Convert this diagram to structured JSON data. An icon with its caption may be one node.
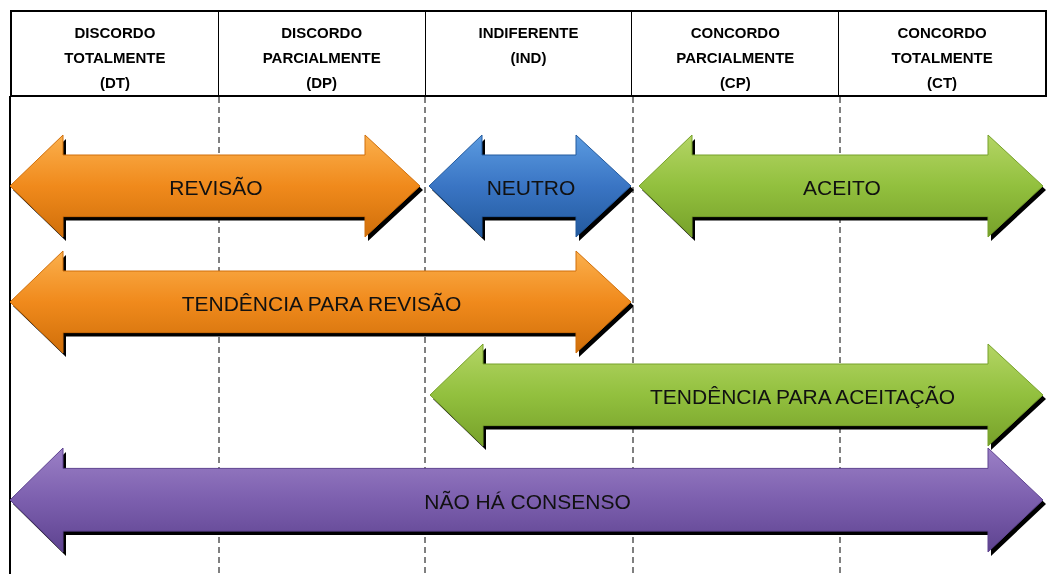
{
  "diagram": {
    "nodes": [
      {
        "text": [
          "REVISÃO"
        ]
      },
      {
        "text": [
          "NEUTRO"
        ]
      },
      {
        "text": [
          "ACEITO"
        ]
      },
      {
        "text": [
          "TENDÊNCIA PARA REVISÃO"
        ]
      },
      {
        "text": [
          "TENDÊNCIA PARA ACEITAÇÃO"
        ]
      },
      {
        "text": [
          "NÃO HÁ CONSENSO"
        ]
      }
    ],
    "edges": [],
    "labels": [
      "DISCORDO TOTALMENTE (DT)",
      "DISCORDO PARCIALMENTE (DP)",
      "INDIFERENTE (IND)",
      "CONCORDO PARCIALMENTE (CP)",
      "CONCORDO TOTALMENTE (CT)"
    ]
  }
}
